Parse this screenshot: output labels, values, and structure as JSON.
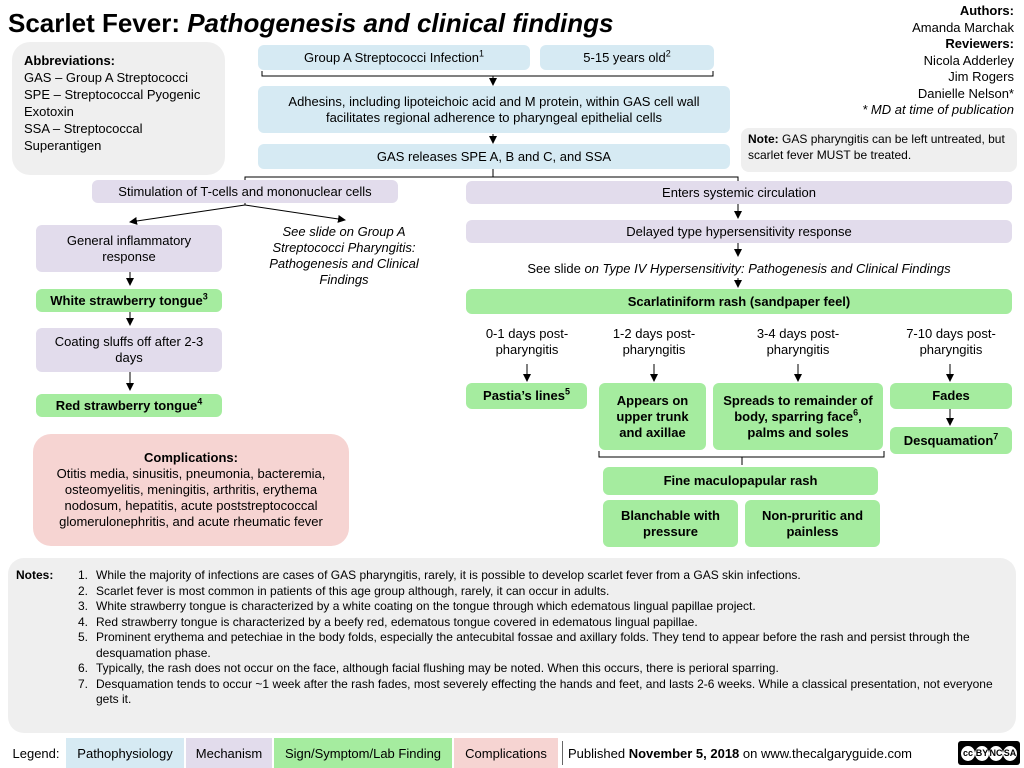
{
  "title": {
    "main": "Scarlet Fever:",
    "sub": "Pathogenesis and clinical findings"
  },
  "abbreviations": {
    "header": "Abbreviations:",
    "items": [
      "GAS – Group A Streptococci",
      "SPE – Streptococcal Pyogenic Exotoxin",
      "SSA – Streptococcal Superantigen"
    ]
  },
  "authors": {
    "authors_label": "Authors:",
    "author": "Amanda Marchak",
    "reviewers_label": "Reviewers:",
    "reviewers": [
      "Nicola Adderley",
      "Jim Rogers",
      "Danielle Nelson*"
    ],
    "footnote": "* MD at time of publication"
  },
  "note": {
    "label": "Note:",
    "text": "GAS pharyngitis can be left untreated, but scarlet fever MUST be treated."
  },
  "flow": {
    "gas_infection": "Group A Streptococci Infection",
    "gas_infection_sup": "1",
    "age": "5-15 years old",
    "age_sup": "2",
    "adhesins": "Adhesins, including lipoteichoic acid and M protein, within GAS cell wall facilitates regional adherence to pharyngeal epithelial cells",
    "spe_release": "GAS releases SPE A, B and C, and SSA",
    "tcell": "Stimulation of T-cells and mononuclear cells",
    "systemic": "Enters systemic circulation",
    "general_inflammatory": "General inflammatory response",
    "see_slide_gas": "See slide on Group A Streptococci Pharyngitis: Pathogenesis and Clinical Findings",
    "delayed_type": "Delayed type hypersensitivity response",
    "see_slide_type4_prefix": "See slide ",
    "see_slide_type4": "on Type IV Hypersensitivity: Pathogenesis and Clinical Findings",
    "white_tongue": "White strawberry tongue",
    "white_tongue_sup": "3",
    "scarlatiniform": "Scarlatiniform rash (sandpaper feel)",
    "coating": "Coating sluffs off after 2-3 days",
    "red_tongue": "Red strawberry tongue",
    "red_tongue_sup": "4",
    "day01": "0-1 days post-pharyngitis",
    "day12": "1-2 days post-pharyngitis",
    "day34": "3-4 days post-pharyngitis",
    "day710": "7-10 days post-pharyngitis",
    "pastia": "Pastia’s lines",
    "pastia_sup": "5",
    "upper_trunk": "Appears on upper trunk and axillae",
    "spreads_a": "Spreads to remainder of body, sparring face",
    "spreads_sup": "6",
    "spreads_b": ", palms and soles",
    "fades": "Fades",
    "desquamation": "Desquamation",
    "desquamation_sup": "7",
    "fine_rash": "Fine maculopapular rash",
    "blanchable": "Blanchable with pressure",
    "nonpruritic": "Non-pruritic and painless"
  },
  "complications": {
    "header": "Complications:",
    "text": "Otitis media, sinusitis, pneumonia, bacteremia, osteomyelitis, meningitis, arthritis, erythema nodosum, hepatitis, acute poststreptococcal glomerulonephritis, and acute rheumatic fever"
  },
  "notes": {
    "label": "Notes:",
    "items": [
      "While the majority of infections are cases of GAS pharyngitis, rarely, it is possible to develop scarlet fever from a GAS skin infections.",
      "Scarlet fever is most common in patients of this age group although, rarely, it can occur in adults.",
      "White strawberry tongue is characterized by a white coating on the tongue through which edematous lingual papillae project.",
      "Red strawberry tongue is characterized by a beefy red, edematous tongue covered in edematous lingual papillae.",
      "Prominent erythema and petechiae in the body folds, especially the antecubital fossae and axillary folds. They tend to appear before the rash and persist through the desquamation phase.",
      "Typically, the rash does not occur on the face, although facial flushing may be noted.  When this occurs, there is perioral sparring.",
      "Desquamation tends to occur ~1 week after the rash fades, most severely effecting the hands and feet, and lasts 2-6 weeks.  While a classical presentation, not everyone gets it."
    ]
  },
  "legend": {
    "label": "Legend:",
    "pathophysiology": "Pathophysiology",
    "mechanism": "Mechanism",
    "sign": "Sign/Symptom/Lab Finding",
    "complications": "Complications",
    "published_prefix": "Published ",
    "published_date": "November 5, 2018",
    "published_suffix": " on www.thecalgaryguide.com"
  },
  "license": {
    "c1": "cc",
    "c2": "BY",
    "c3": "NC",
    "c4": "SA"
  },
  "colors": {
    "pathophysiology": "#d6eaf3",
    "mechanism": "#e2dcec",
    "sign": "#a5ec9f",
    "complications": "#f6d4d2",
    "notes_bg": "#efefef"
  }
}
